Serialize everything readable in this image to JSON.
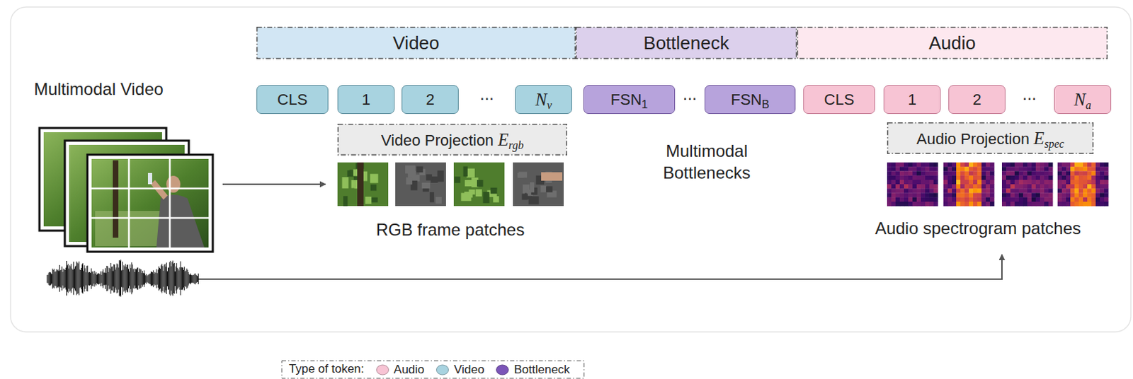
{
  "diagram": {
    "nodes": [
      {
        "text": [
          "Video"
        ]
      },
      {
        "text": [
          "Bottleneck"
        ]
      },
      {
        "text": [
          "Audio"
        ]
      },
      {
        "text": [
          "CLS"
        ]
      },
      {
        "text": [
          "1"
        ]
      },
      {
        "text": [
          "2"
        ]
      },
      {
        "text": [
          "Nv"
        ]
      },
      {
        "text": [
          "FSN1"
        ]
      },
      {
        "text": [
          "FSNB"
        ]
      },
      {
        "text": [
          "CLS"
        ]
      },
      {
        "text": [
          "1"
        ]
      },
      {
        "text": [
          "2"
        ]
      },
      {
        "text": [
          "Na"
        ]
      },
      {
        "text": [
          "Video Projection Ergb"
        ]
      },
      {
        "text": [
          "Audio Projection Espec"
        ]
      }
    ],
    "labels": [
      "Multimodal Video",
      "...",
      "...",
      "...",
      "Multimodal Bottlenecks",
      "RGB frame patches",
      "Audio spectrogram patches",
      "Type of token:"
    ],
    "legend": [
      {
        "text": "Audio",
        "color": "#f7c4d4"
      },
      {
        "text": "Video",
        "color": "#a8d3e0"
      },
      {
        "text": "Bottleneck",
        "color": "#7b55b8"
      }
    ]
  }
}
